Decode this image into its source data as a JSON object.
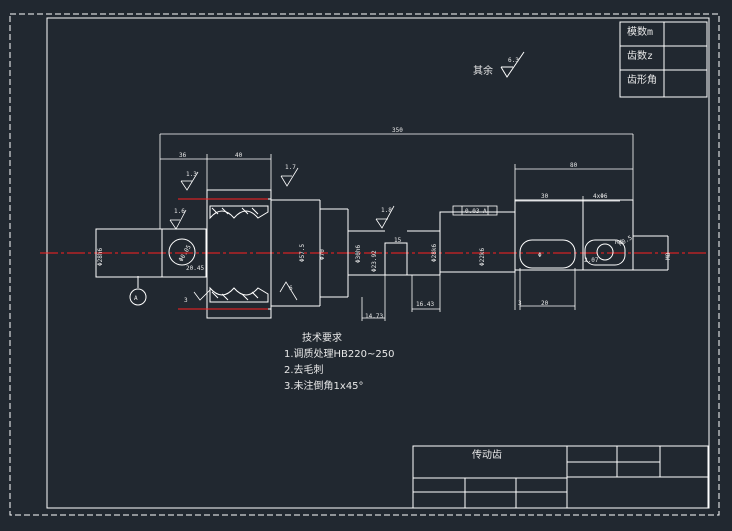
{
  "title_block": {
    "top_right": [
      {
        "label": "模数m"
      },
      {
        "label": "齿数z"
      },
      {
        "label": "齿形角"
      }
    ],
    "part_name": "传动齿"
  },
  "roughness_rest": {
    "label": "其余",
    "value": "6.3"
  },
  "tech_requirements": {
    "heading": "技术要求",
    "items": [
      "1.调质处理HB220~250",
      "2.去毛刺",
      "3.未注倒角1x45°"
    ]
  },
  "dimensions": {
    "overall_length": "350",
    "d36": "36",
    "d40": "40",
    "d80": "80",
    "d30": "30",
    "key_dim": "4xΦ6",
    "rough_13": "1.3",
    "rough_1_7": "1.7",
    "rough_1_6": "1.6",
    "rough_1_8": "1.8",
    "d_left": "Φ28h6",
    "d_gear_in": "Φ57.5",
    "d_gear_out": "Φ70",
    "d_shaft": "Φ30h6",
    "d_neck": "Φ23.92",
    "d_mid": "Φ28k6",
    "d_right": "Φ22k6",
    "d_thread": "M8",
    "d_15": "15",
    "d_16_43": "16.43",
    "d_14_73": "14.73",
    "d_3": "3",
    "d_20": "20",
    "d_2_07": "2.07",
    "r_tol": "R0.5",
    "tol_frame": "0.03 A",
    "datum": "A",
    "detail_a": "20.45",
    "detail_b": "Φ0.05",
    "phi": "Φ",
    "r_right": "R4",
    "small_3": "3",
    "small_6": "6"
  },
  "colors": {
    "background": "#212830",
    "line": "#ffffff",
    "centerline": "#ff2020",
    "cut": "#ff2020"
  }
}
